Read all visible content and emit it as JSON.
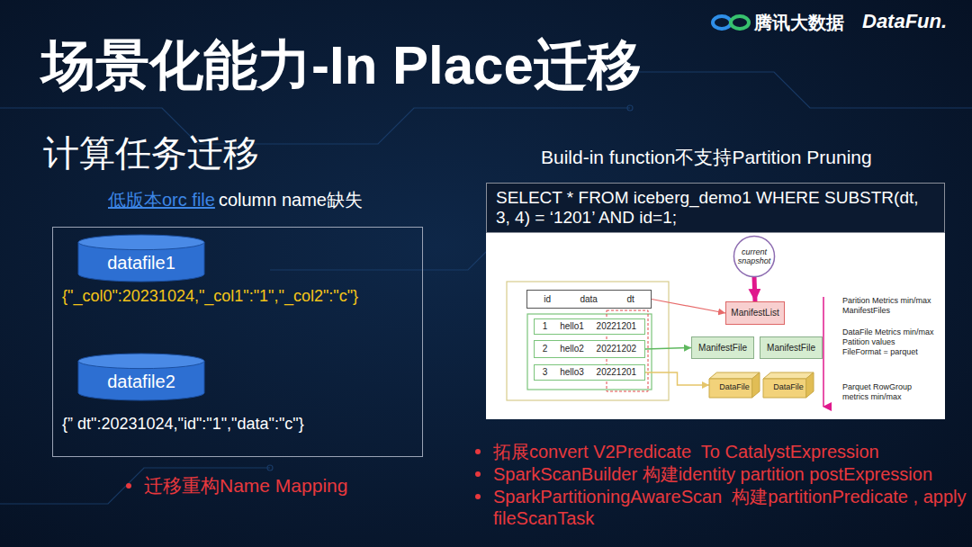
{
  "diagram": {
    "title": "场景化能力-In Place迁移",
    "nodes": [
      {
        "text": [
          "{\"_col0\":20231024,\"_col1\":\"1\",\"_col2\":\"c\"}",
          "{” dt\":20231024,\"id\":\"1\",\"data\":\"c\"}"
        ]
      },
      {
        "text": [
          "datafile1"
        ],
        "in": 0
      },
      {
        "text": [
          "datafile2"
        ],
        "in": 0
      },
      {
        "text": [
          "SELECT * FROM iceberg_demo1 WHERE SUBSTR(dt, 3, 4) = ‘1201’ AND id=1;"
        ]
      },
      {
        "text": [
          "id",
          "data",
          "dt"
        ]
      },
      {
        "text": [
          "1",
          "hello1",
          "20221201"
        ]
      },
      {
        "text": [
          "2",
          "hello2",
          "20221202"
        ]
      },
      {
        "text": [
          "3",
          "hello3",
          "20221201"
        ]
      },
      {
        "text": [
          "current snapshot"
        ]
      },
      {
        "text": [
          "ManifestList"
        ]
      },
      {
        "text": [
          "ManifestFile"
        ]
      },
      {
        "text": [
          "ManifestFile"
        ]
      },
      {
        "text": [
          "DataFile"
        ]
      },
      {
        "text": [
          "DataFile"
        ]
      }
    ],
    "edges": [
      {
        "from": 8,
        "to": 9,
        "arrow": "to"
      },
      {
        "from": 4,
        "to": 9,
        "arrow": "to"
      },
      {
        "from": 6,
        "to": 10,
        "arrow": "to"
      },
      {
        "from": 7,
        "to": 12,
        "arrow": "to"
      }
    ],
    "labels": [
      "腾讯大数据",
      "DataFun.",
      "计算任务迁移",
      "低版本orc file",
      "column name缺失",
      "Build-in function不支持Partition Pruning",
      "Parition Metrics min/max",
      "ManifestFiles",
      "DataFile Metrics min/max",
      "Patition values",
      "FileFormat = parquet",
      "Parquet RowGroup",
      "metrics min/max",
      "迁移重构Name Mapping",
      "拓展convert V2Predicate  To CatalystExpression",
      "SparkScanBuilder 构建identity partition postExpression",
      "SparkPartitioningAwareScan  构建partitionPredicate , apply fileScanTask"
    ]
  }
}
